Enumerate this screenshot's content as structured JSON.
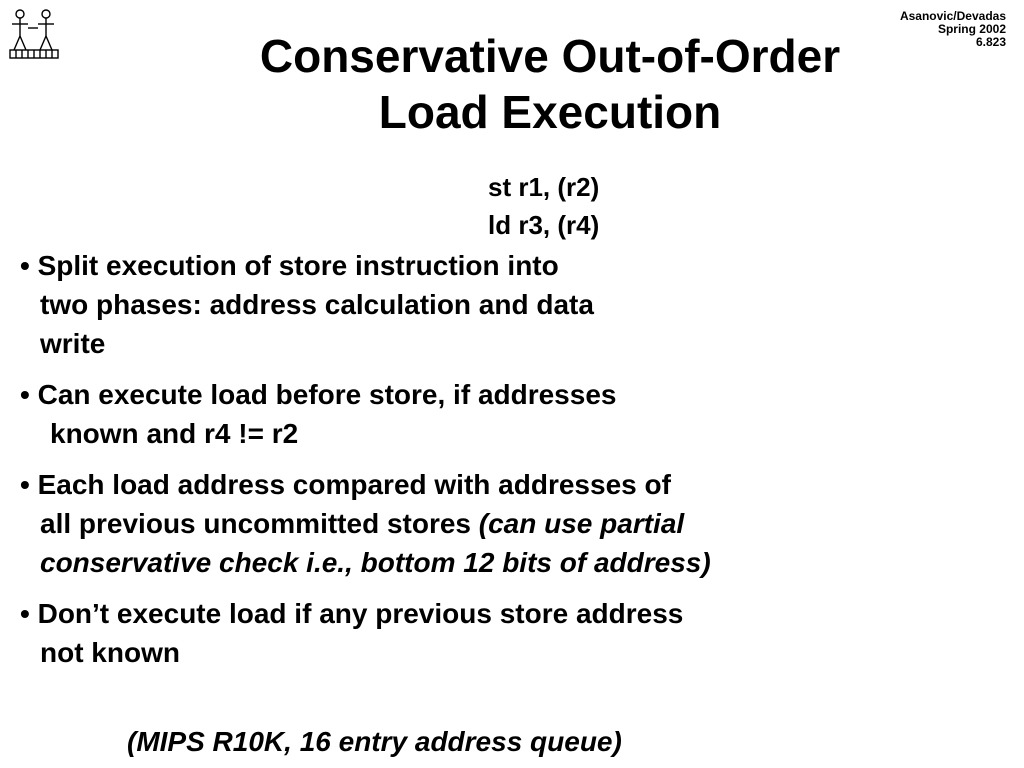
{
  "header": {
    "authors": "Asanovic/Devadas",
    "term": "Spring 2002",
    "course": "6.823"
  },
  "title": {
    "line1": "Conservative Out-of-Order",
    "line2": "Load Execution"
  },
  "code": {
    "line1": "st r1, (r2)",
    "line2": "ld r3, (r4)"
  },
  "bullets": [
    {
      "line1": "Split execution of store instruction into",
      "line2": "two phases: address calculation and data",
      "line3": "write"
    },
    {
      "line1": "Can execute load before store, if addresses",
      "line2": "known and r4 != r2"
    },
    {
      "line1": "Each load address compared with addresses of",
      "line2_plain": "all previous uncommitted stores ",
      "line2_italic": "(can use partial",
      "line3_italic": "conservative check i.e., bottom 12 bits of address)"
    },
    {
      "line1": "Don’t execute load if any previous store address",
      "line2": "not known"
    }
  ],
  "bullet_glyph": "•",
  "footnote": "(MIPS R10K, 16 entry address queue)",
  "logo_icon": "mit-logo-icon"
}
